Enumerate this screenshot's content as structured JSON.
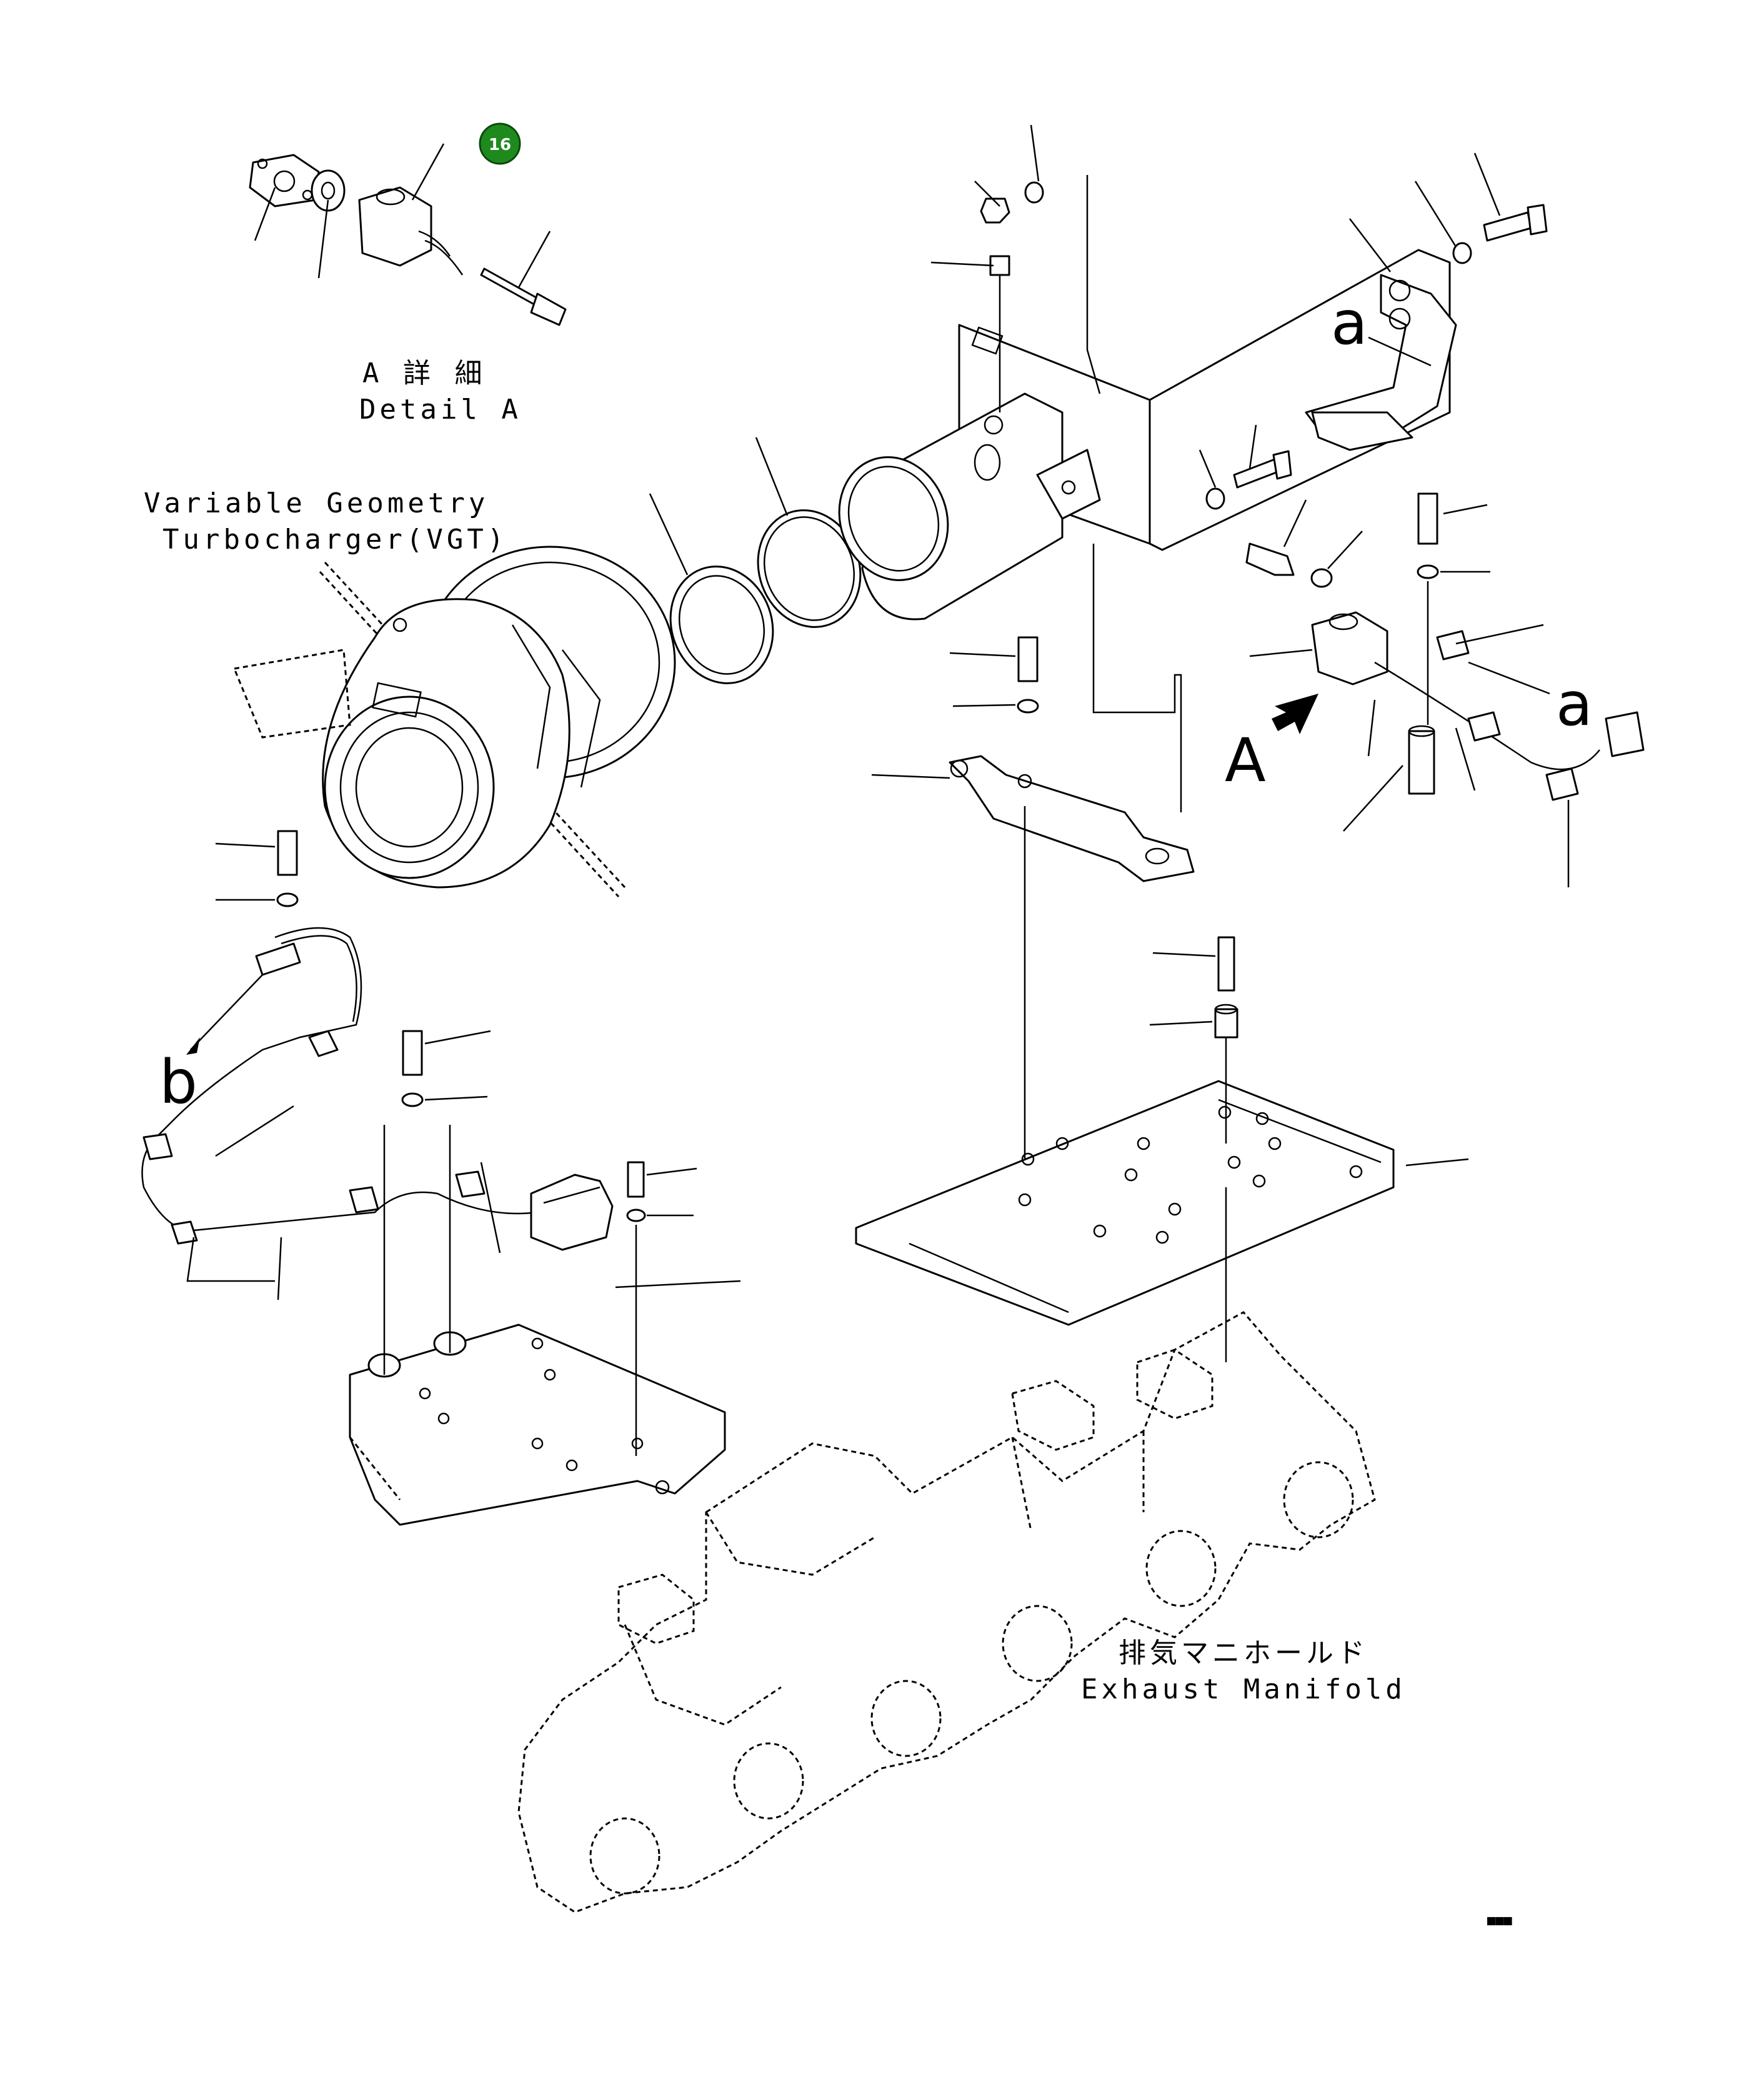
{
  "badge": {
    "number": "16",
    "color": "#1e8a1e"
  },
  "detail_a": {
    "jp": "A 詳 細",
    "en": "Detail A"
  },
  "vgt": {
    "line1": "Variable Geometry",
    "line2": "Turbocharger(VGT)"
  },
  "manifold": {
    "jp": "排気マニホールド",
    "en": "Exhaust Manifold"
  },
  "markers": {
    "a": "a",
    "b": "b",
    "view_a": "A"
  },
  "page_code": "■■■"
}
